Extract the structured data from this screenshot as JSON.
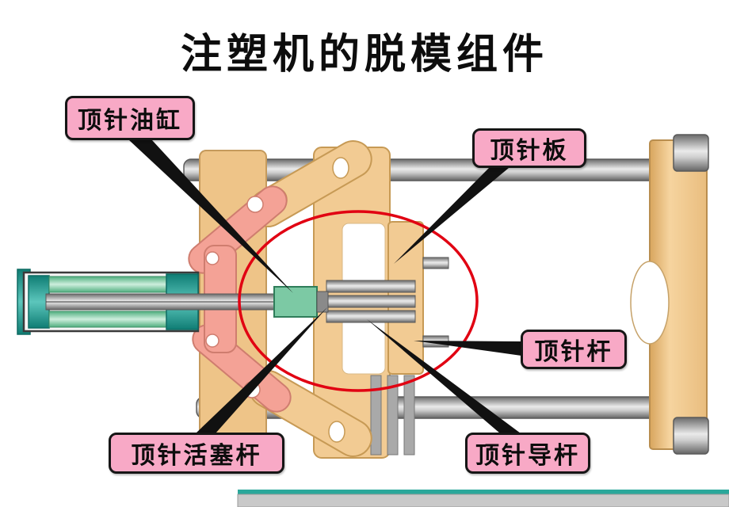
{
  "title": "注塑机的脱模组件",
  "labels": {
    "ejector_cylinder": "顶针油缸",
    "ejector_plate": "顶针板",
    "ejector_rod": "顶针杆",
    "ejector_piston_rod": "顶针活塞杆",
    "ejector_guide_rod": "顶针导杆"
  },
  "colors": {
    "label_bg": "#f8a9c6",
    "label_border": "#161616",
    "highlight_ellipse": "#e10012",
    "platen_tan": "#f2cb93",
    "link_pink": "#f4a296",
    "cylinder_green": "#7cc9a4",
    "cylinder_teal": "#2ba89b",
    "rod_gray": "#9a9a9a"
  }
}
